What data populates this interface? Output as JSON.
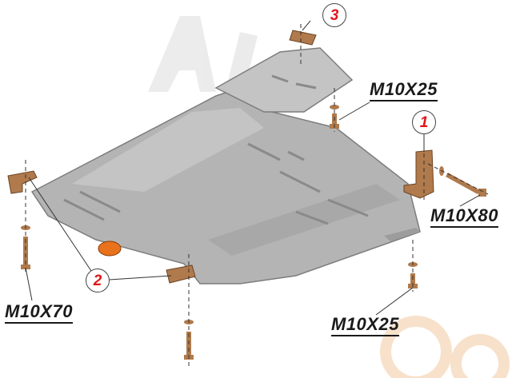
{
  "colors": {
    "plate": "#b4b4b4",
    "plate_edge": "#7d7d7d",
    "bracket": "#b07a4c",
    "callout_number": "#e0151b",
    "watermark": "#d0d0d0",
    "watermark_accent": "#f2c9a0"
  },
  "callouts": {
    "c1": "1",
    "c2": "2",
    "c3": "3"
  },
  "bolts": {
    "top_right": "M10X25",
    "right": "M10X80",
    "left": "M10X70",
    "bottom_right": "M10X25"
  }
}
